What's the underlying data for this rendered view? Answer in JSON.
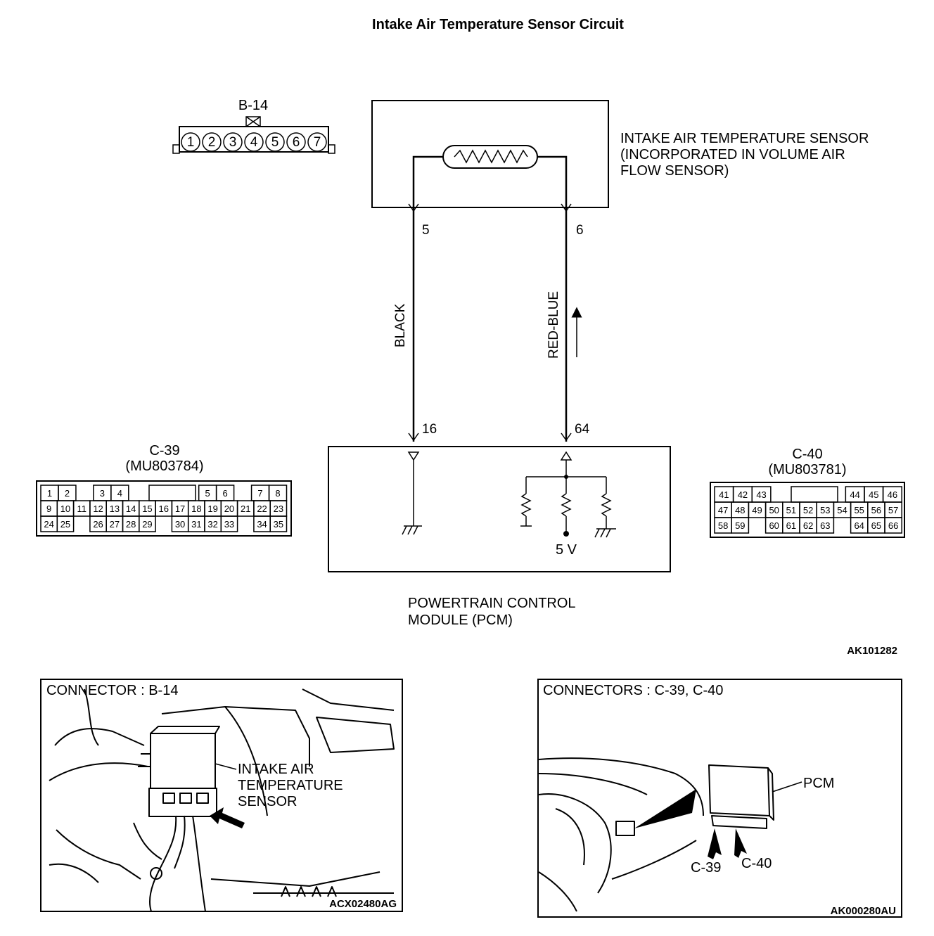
{
  "title": "Intake Air Temperature Sensor Circuit",
  "sensor": {
    "label_lines": [
      "INTAKE AIR TEMPERATURE SENSOR",
      "(INCORPORATED IN VOLUME AIR",
      "FLOW SENSOR)"
    ]
  },
  "connector_b14": {
    "name": "B-14",
    "pins": [
      "1",
      "2",
      "3",
      "4",
      "5",
      "6",
      "7"
    ]
  },
  "wires": [
    {
      "color": "BLACK",
      "sensor_pin": "5",
      "pcm_pin": "16"
    },
    {
      "color": "RED-BLUE",
      "sensor_pin": "6",
      "pcm_pin": "64"
    }
  ],
  "pcm": {
    "voltage": "5 V",
    "label_lines": [
      "POWERTRAIN CONTROL",
      "MODULE (PCM)"
    ]
  },
  "connector_c39": {
    "name": "C-39",
    "part": "(MU803784)",
    "row1": [
      "1",
      "2",
      "",
      "3",
      "4",
      "",
      "",
      "",
      "",
      "5",
      "6",
      "",
      "7",
      "8"
    ],
    "row2": [
      "9",
      "10",
      "11",
      "12",
      "13",
      "14",
      "15",
      "16",
      "17",
      "18",
      "19",
      "20",
      "21",
      "22",
      "23"
    ],
    "row3": [
      "24",
      "25",
      "",
      "26",
      "27",
      "28",
      "29",
      "",
      "30",
      "31",
      "32",
      "33",
      "",
      "34",
      "35"
    ]
  },
  "connector_c40": {
    "name": "C-40",
    "part": "(MU803781)",
    "row1": [
      "41",
      "42",
      "43",
      "",
      "",
      "",
      "",
      "44",
      "45",
      "46"
    ],
    "row2": [
      "47",
      "48",
      "49",
      "50",
      "51",
      "52",
      "53",
      "54",
      "55",
      "56",
      "57"
    ],
    "row3": [
      "58",
      "59",
      "",
      "60",
      "61",
      "62",
      "63",
      "",
      "64",
      "65",
      "66"
    ]
  },
  "figure_code": "AK101282",
  "photo_left": {
    "caption": "CONNECTOR : B-14",
    "callout_lines": [
      "INTAKE AIR",
      "TEMPERATURE",
      "SENSOR"
    ],
    "code": "ACX02480AG"
  },
  "photo_right": {
    "caption": "CONNECTORS : C-39, C-40",
    "pcm_label": "PCM",
    "c39_label": "C-39",
    "c40_label": "C-40",
    "code": "AK000280AU"
  }
}
